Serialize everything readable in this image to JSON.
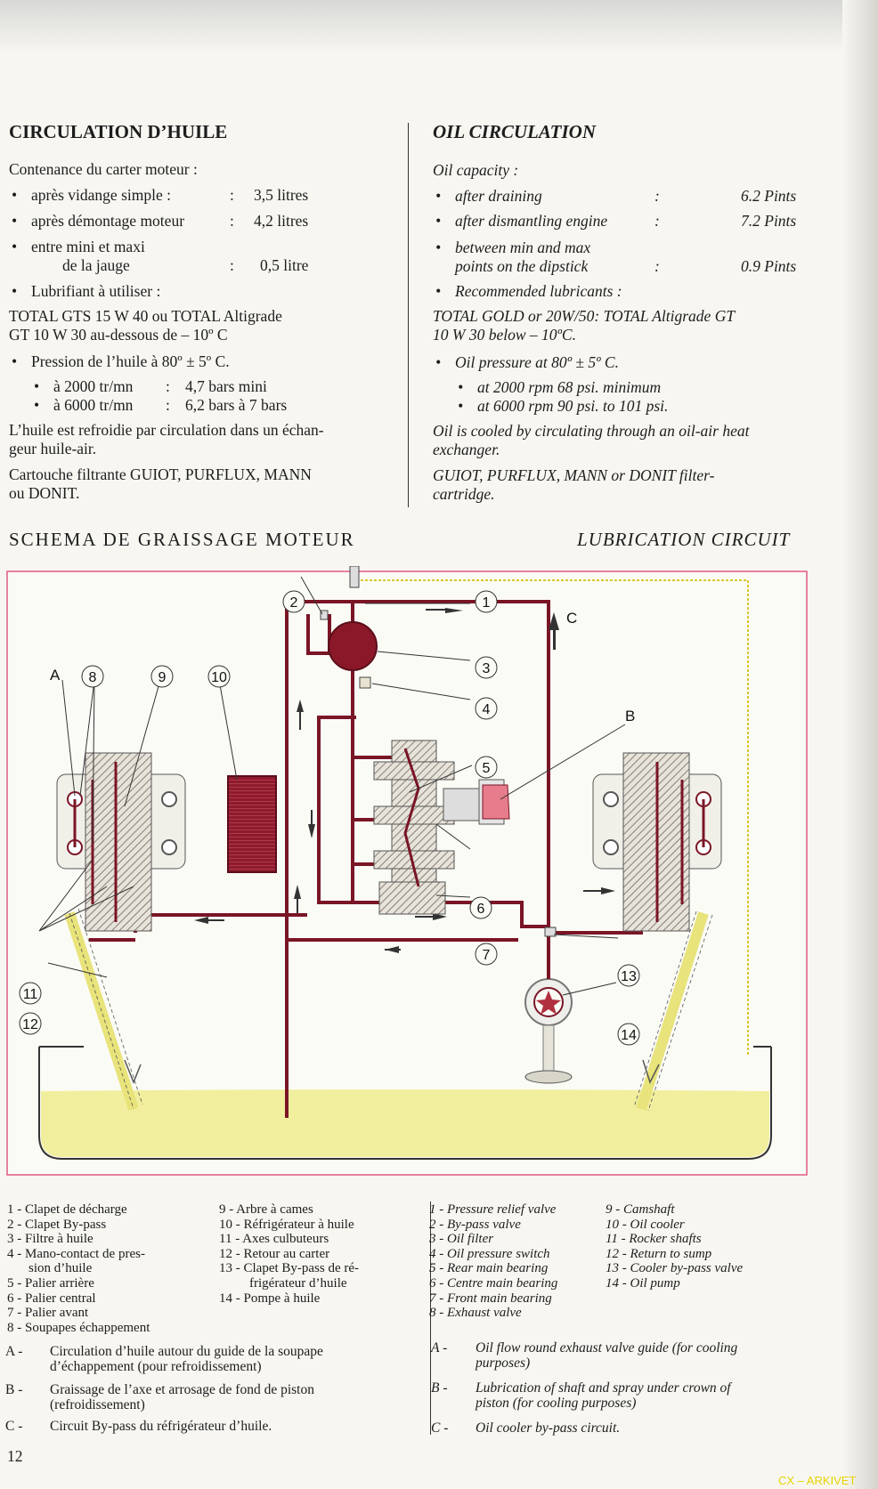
{
  "fr": {
    "title": "CIRCULATION D’HUILE",
    "capacity": "Contenance du carter moteur :",
    "c1_label": "après vidange simple :",
    "c1_value": "3,5 litres",
    "c2_label": "après démontage moteur",
    "c2_value": "4,2 litres",
    "c3_label1": "entre mini et maxi",
    "c3_label2": "de la jauge",
    "c3_value": "0,5 litre",
    "lub_label": "Lubrifiant à utiliser  :",
    "lub_text1": "TOTAL  GTS  15  W  40  ou  TOTAL  Altigrade",
    "lub_text2": "GT 10 W 30 au-dessous de – 10º C",
    "pressure": "Pression de l’huile à 80º ± 5º C.",
    "p1_label": "à 2000 tr/mn",
    "p1_value": "4,7 bars mini",
    "p2_label": "à 6000 tr/mn",
    "p2_value": "6,2 bars à 7 bars",
    "cooled1": "L’huile est refroidie par circulation dans un échan-",
    "cooled2": "geur huile-air.",
    "filter1": "Cartouche filtrante GUIOT, PURFLUX, MANN",
    "filter2": "ou DONIT."
  },
  "en": {
    "title": "OIL CIRCULATION",
    "capacity": "Oil capacity :",
    "c1_label": "after draining",
    "c1_value": "6.2 Pints",
    "c2_label": "after dismantling engine",
    "c2_value": "7.2 Pints",
    "c3_label1": "between min and max",
    "c3_label2": "points on the dipstick",
    "c3_value": "0.9 Pints",
    "lub_label": "Recommended lubricants :",
    "lub_text1": "TOTAL GOLD or 20W/50: TOTAL Altigrade GT",
    "lub_text2": "10 W 30 below – 10ºC.",
    "pressure": "Oil pressure at 80º ± 5º C.",
    "p1": "at 2000 rpm 68 psi. minimum",
    "p2": "at 6000 rpm 90 psi. to 101 psi.",
    "cooled1": "Oil is cooled by circulating through an oil-air heat",
    "cooled2": "exchanger.",
    "filter1": "GUIOT,  PURFLUX,  MANN  or  DONIT  filter-",
    "filter2": "cartridge."
  },
  "section": {
    "fr": "SCHEMA   DE   GRAISSAGE   MOTEUR",
    "en": "LUBRICATION CIRCUIT"
  },
  "diagram": {
    "letters": {
      "a": "A",
      "b": "B",
      "c": "C"
    },
    "numbers": [
      "1",
      "2",
      "3",
      "4",
      "5",
      "6",
      "7",
      "8",
      "9",
      "10",
      "11",
      "12",
      "13",
      "14"
    ],
    "colors": {
      "oil": "#7a1526",
      "oil_yellow": "#f1ee9e",
      "frame": "#e05a86",
      "bypass": "#d9c62b"
    }
  },
  "legend_fr_left": [
    "1 - Clapet de décharge",
    "2 - Clapet By-pass",
    "3 - Filtre à huile",
    "4 - Mano-contact de pres-",
    "      sion d’huile",
    "5 - Palier arrière",
    "6 - Palier central",
    "7 - Palier avant",
    "8 - Soupapes échappement"
  ],
  "legend_fr_right": [
    "  9 - Arbre à cames",
    "10 - Réfrigérateur à huile",
    "11 - Axes culbuteurs",
    "12 - Retour au carter",
    "13 - Clapet By-pass de ré-",
    "        frigérateur d’huile",
    "14 - Pompe à huile"
  ],
  "legend_en_left": [
    "1 - Pressure relief valve",
    "2 - By-pass valve",
    "3 - Oil filter",
    "4 - Oil pressure switch",
    "5 - Rear main bearing",
    "6 - Centre main bearing",
    "7 - Front main bearing",
    "8 - Exhaust valve"
  ],
  "legend_en_right": [
    "  9 - Camshaft",
    "10 - Oil cooler",
    "11 - Rocker shafts",
    "12 - Return to sump",
    "13 - Cooler by-pass valve",
    "14 - Oil pump"
  ],
  "notes_fr": {
    "a_key": "A  -",
    "a1": "Circulation d’huile autour du guide de la soupape",
    "a2": "d’échappement (pour refroidissement)",
    "b_key": "B  -",
    "b1": "Graissage de l’axe et arrosage de fond de piston",
    "b2": "(refroidissement)",
    "c_key": "C  -",
    "c1": "Circuit By-pass du réfrigérateur d’huile."
  },
  "notes_en": {
    "a_key": "A  -",
    "a1": "Oil flow round exhaust valve guide (for cooling",
    "a2": "purposes)",
    "b_key": "B  -",
    "b1": "Lubrication of shaft and spray under crown of",
    "b2": "piston (for cooling purposes)",
    "c_key": "C  -",
    "c1": "Oil cooler by-pass circuit."
  },
  "page_number": "12",
  "watermark": "CX – ARKIVET"
}
